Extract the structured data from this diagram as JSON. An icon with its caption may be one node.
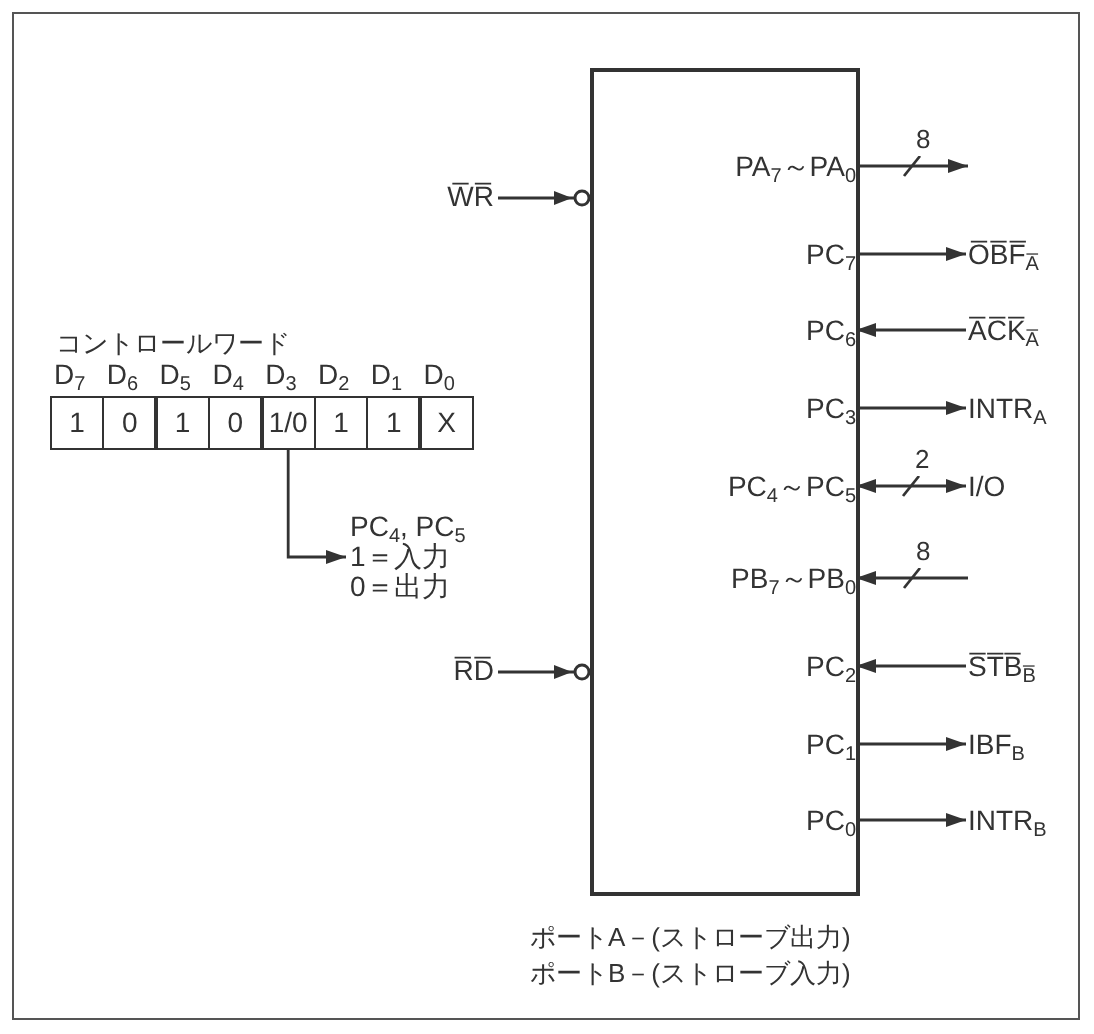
{
  "diagram": {
    "nodes": [
      {
        "text": [],
        "shape": "box",
        "beside": [
          "ポートA－(ストローブ出力)",
          "ポートB－(ストローブ入力)"
        ]
      },
      {
        "text": [
          "PA$_{7}$～PA$_{0}$"
        ],
        "in": 0
      },
      {
        "text": [
          "PC$_{7}$"
        ],
        "in": 0
      },
      {
        "text": [
          "PC$_{6}$"
        ],
        "in": 0
      },
      {
        "text": [
          "PC$_{3}$"
        ],
        "in": 0
      },
      {
        "text": [
          "PC$_{4}$～PC$_{5}$"
        ],
        "in": 0
      },
      {
        "text": [
          "PB$_{7}$～PB$_{0}$"
        ],
        "in": 0
      },
      {
        "text": [
          "PC$_{2}$"
        ],
        "in": 0
      },
      {
        "text": [
          "PC$_{1}$"
        ],
        "in": 0
      },
      {
        "text": [
          "PC$_{0}$"
        ],
        "in": 0
      },
      {
        "text": [
          "O̅B̅F̅$_{A̅}$"
        ]
      },
      {
        "text": [
          "A̅C̅K̅$_{A̅}$"
        ]
      },
      {
        "text": [
          "INTR$_{A}$"
        ]
      },
      {
        "text": [
          "I/O"
        ]
      },
      {
        "text": [
          "S̅T̅B̅$_{B̅}$"
        ]
      },
      {
        "text": [
          "IBF$_{B}$"
        ]
      },
      {
        "text": [
          "INTR$_{B}$"
        ]
      },
      {
        "text": [
          "W̅R̅"
        ]
      },
      {
        "text": [
          "R̅D̅"
        ]
      },
      {
        "text": [
          "1"
        ]
      },
      {
        "text": [
          "0"
        ]
      },
      {
        "text": [
          "1"
        ]
      },
      {
        "text": [
          "0"
        ]
      },
      {
        "text": [
          "1/0"
        ]
      },
      {
        "text": [
          "1"
        ]
      },
      {
        "text": [
          "1"
        ]
      },
      {
        "text": [
          "X"
        ]
      },
      {
        "text": [
          "PC$_{4}$, PC$_{5}$",
          "1＝入力",
          "0＝出力"
        ]
      }
    ],
    "edges": [
      {
        "from": 1,
        "to": null,
        "arrow": "to",
        "label": "8"
      },
      {
        "from": 2,
        "to": 10,
        "arrow": "to"
      },
      {
        "from": 11,
        "to": 3,
        "arrow": "to"
      },
      {
        "from": 4,
        "to": 12,
        "arrow": "to"
      },
      {
        "from": 5,
        "to": 13,
        "arrow": "both",
        "label": "2"
      },
      {
        "from": null,
        "to": 6,
        "arrow": "to",
        "label": "8"
      },
      {
        "from": 14,
        "to": 7,
        "arrow": "to"
      },
      {
        "from": 8,
        "to": 15,
        "arrow": "to"
      },
      {
        "from": 9,
        "to": 16,
        "arrow": "to"
      },
      {
        "from": 17,
        "to": 0,
        "arrow": "to"
      },
      {
        "from": 18,
        "to": 0,
        "arrow": "to"
      },
      {
        "from": 23,
        "to": 27,
        "arrow": "to"
      }
    ],
    "labels": [
      "コントロールワード",
      "D$_{7}$",
      "D$_{6}$",
      "D$_{5}$",
      "D$_{4}$",
      "D$_{3}$",
      "D$_{2}$",
      "D$_{1}$",
      "D$_{0}$"
    ]
  }
}
